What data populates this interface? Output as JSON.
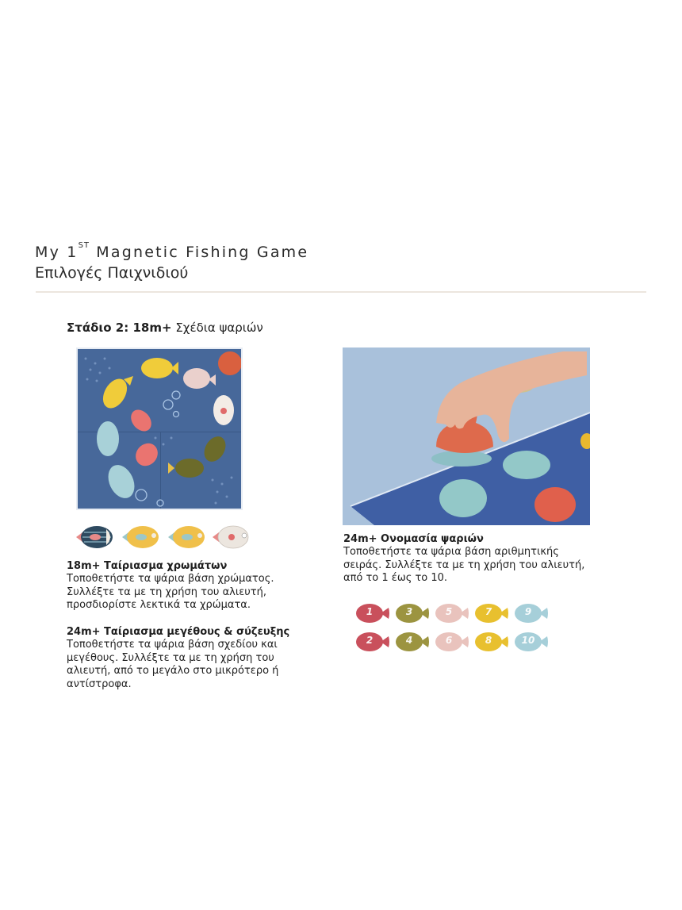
{
  "header": {
    "title_prefix": "My 1",
    "title_sup": "ST",
    "title_suffix": " Magnetic Fishing Game",
    "subtitle": "Επιλογές Παιχνιδιού"
  },
  "stage": {
    "label_bold": "Στάδιο 2: 18m+",
    "label_normal": " Σχέδια ψαριών"
  },
  "colors": {
    "board_blue": "#47689a",
    "photo_bg": "#a9c1db",
    "divider": "#ece6de",
    "fish_red": "#c9505c",
    "fish_olive": "#9c9440",
    "fish_pink": "#e9c3bd",
    "fish_yellow": "#e8c02f",
    "fish_lightblue": "#a6cfd9",
    "magnet_orange": "#e06a4c"
  },
  "images": {
    "board_alt": "Game board with fish pieces on blue mat",
    "photo_alt": "Child's hand holding orange magnetic fishing tool over numbered fish",
    "pattern_fish_alt": "Four patterned fish pieces",
    "number_fish_alt": "Numbered fish pieces 1 to 10"
  },
  "sections": [
    {
      "heading": "18m+  Ταίριασμα χρωμάτων",
      "lines": [
        "Τοποθετήστε τα ψάρια βάση χρώματος.",
        "Συλλέξτε τα με τη χρήση του αλιευτή,",
        "προσδιορίστε λεκτικά τα χρώματα."
      ]
    },
    {
      "heading": "24m+ Ταίριασμα μεγέθους & σύζευξης",
      "lines": [
        "Τοποθετήστε τα ψάρια  βάση σχεδίου και",
        "μεγέθους. Συλλέξτε τα με τη χρήση του",
        "αλιευτή, από το μεγάλο στο μικρότερο ή",
        "αντίστροφα."
      ]
    },
    {
      "heading": "24m+ Ονομασία ψαριών",
      "lines": [
        "Τοποθετήστε τα ψάρια βάση αριθμητικής",
        "σειράς. Συλλέξτε τα με τη χρήση του αλιευτή,",
        "από το 1 έως το 10."
      ]
    }
  ],
  "number_fish": [
    {
      "n": "1",
      "color": "#c9505c"
    },
    {
      "n": "3",
      "color": "#9c9440"
    },
    {
      "n": "5",
      "color": "#e9c3bd"
    },
    {
      "n": "7",
      "color": "#e8c02f"
    },
    {
      "n": "9",
      "color": "#a6cfd9"
    },
    {
      "n": "2",
      "color": "#c9505c"
    },
    {
      "n": "4",
      "color": "#9c9440"
    },
    {
      "n": "6",
      "color": "#e9c3bd"
    },
    {
      "n": "8",
      "color": "#e8c02f"
    },
    {
      "n": "10",
      "color": "#a6cfd9"
    }
  ]
}
